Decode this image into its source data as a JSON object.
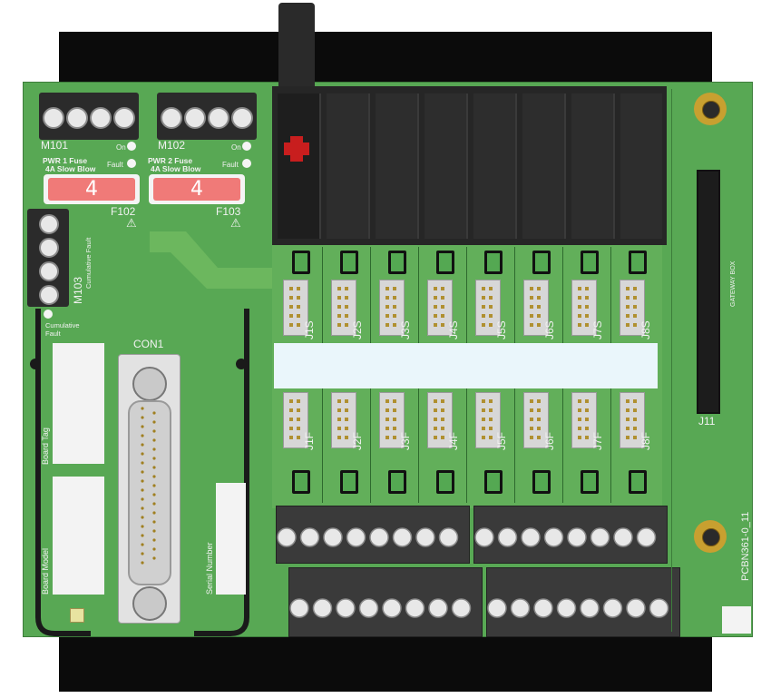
{
  "board": {
    "pcb_color": "#58a854",
    "ref_m101": "M101",
    "ref_m102": "M102",
    "ref_m103": "M103",
    "ref_f102": "F102",
    "ref_f103": "F103",
    "ref_con1": "CON1",
    "ref_j11": "J11",
    "gateway_box": "GATEWAY BOX",
    "cumulative_fault_vertical": "Cumulative Fault",
    "cumulative_fault": "Cumulative Fault",
    "board_tag": "Board Tag",
    "board_model": "Board Model",
    "serial_number": "Serial Number",
    "part_number": "PCBN361-0_11",
    "on_label": "On",
    "fault_label": "Fault",
    "warning_symbol": "⚠"
  },
  "fuses": [
    {
      "title": "PWR 1 Fuse",
      "rating": "4A Slow Blow",
      "value": "4",
      "ref": "F102"
    },
    {
      "title": "PWR 2 Fuse",
      "rating": "4A Slow Blow",
      "value": "4",
      "ref": "F103"
    }
  ],
  "connectors_s": [
    "J1S",
    "J2S",
    "J3S",
    "J4S",
    "J5S",
    "J6S",
    "J7S",
    "J8S"
  ],
  "connectors_f": [
    "J1F",
    "J2F",
    "J3F",
    "J4F",
    "J5F",
    "J6F",
    "J7F",
    "J8F"
  ],
  "colors": {
    "pcb": "#58a854",
    "trace": "#6fb85f",
    "connector_black": "#2b2b2b",
    "relay_red": "#c81e1e",
    "fuse_red": "#f07a78",
    "gold": "#c8a030"
  }
}
